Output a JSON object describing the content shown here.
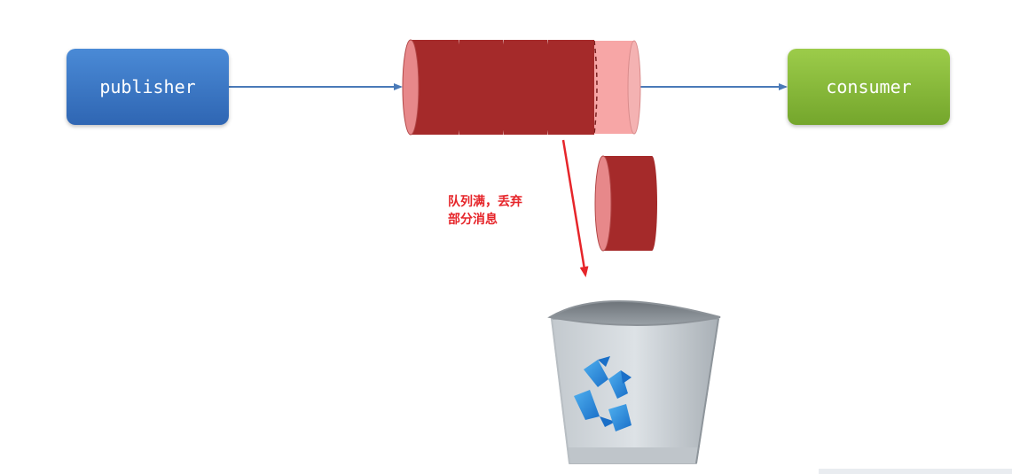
{
  "publisher": {
    "label": "publisher"
  },
  "consumer": {
    "label": "consumer"
  },
  "annotation": {
    "line1": "队列满，丢弃",
    "line2": "部分消息"
  },
  "queue": {
    "stored_messages": 4,
    "overflow_slots": 1,
    "dropped_messages": 1
  },
  "colors": {
    "publisher": "#3a74c4",
    "consumer": "#86b83a",
    "message": "#a52a2a",
    "message_face": "#e7888a",
    "overflow": "#f7a6a6",
    "arrow": "#4a7ab8",
    "drop_arrow": "#e6252a",
    "annotation_text": "#e6252a"
  },
  "icons": {
    "bin": "recycle-bin-icon",
    "recycle": "recycle-symbol-icon"
  }
}
